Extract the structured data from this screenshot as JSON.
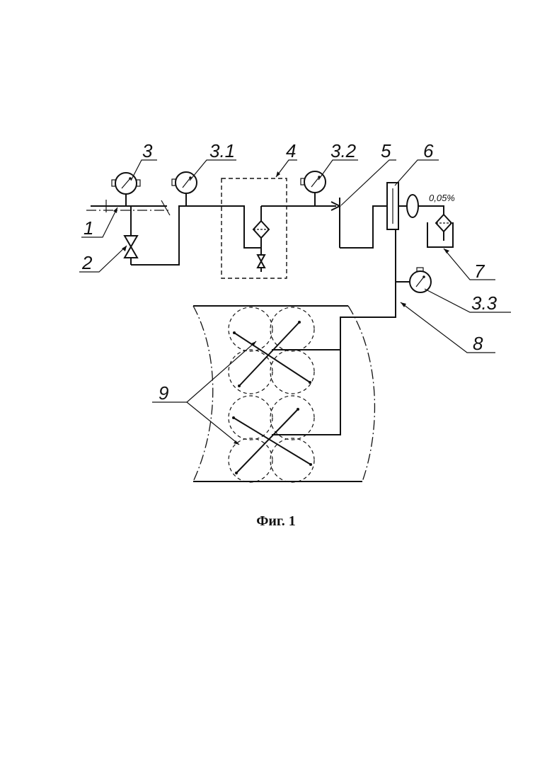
{
  "labels": {
    "l1": "1",
    "l2": "2",
    "l3": "3",
    "l3_1": "3.1",
    "l4": "4",
    "l3_2": "3.2",
    "l5": "5",
    "l6": "6",
    "l7": "7",
    "l3_3": "3.3",
    "l8": "8",
    "l9": "9",
    "concentration": "0,05%"
  },
  "caption": "Фиг. 1",
  "icons": [
    "pressure-gauge-icon",
    "valve-icon",
    "filter-icon",
    "check-valve-icon",
    "mixer-icon",
    "sprinkler-icon"
  ]
}
